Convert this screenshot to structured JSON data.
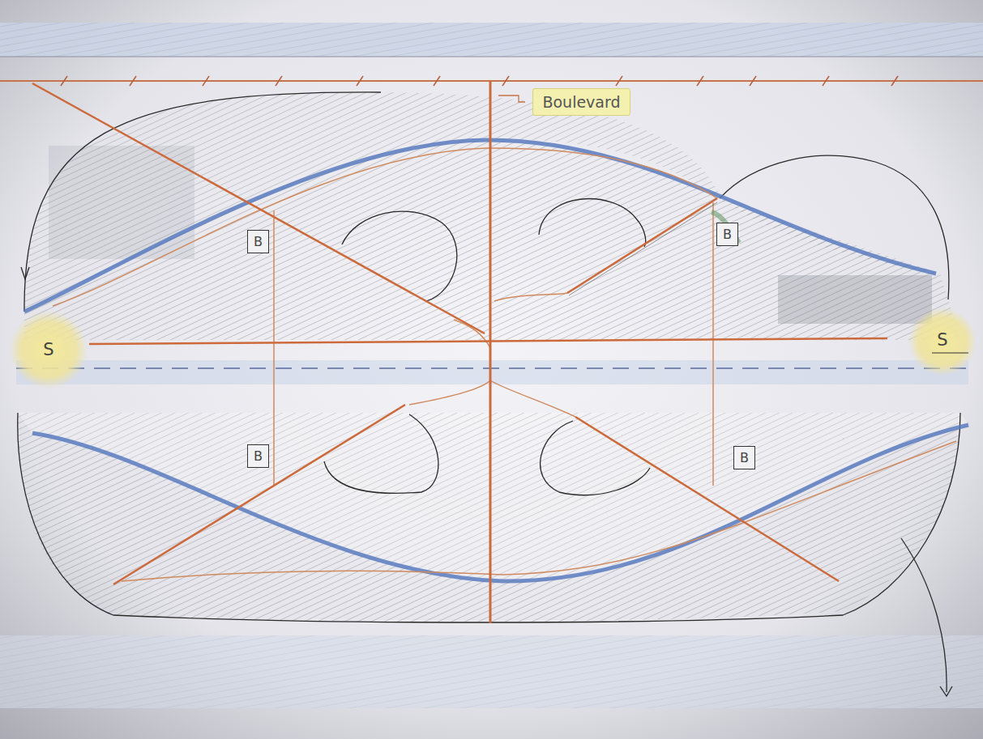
{
  "diagram": {
    "nodes": [
      {
        "text": [
          "Boulevard"
        ]
      },
      {
        "text": [
          "B"
        ]
      },
      {
        "text": [
          "B"
        ]
      },
      {
        "text": [
          "S"
        ]
      },
      {
        "text": [
          "S"
        ]
      },
      {
        "text": [
          "B"
        ]
      },
      {
        "text": [
          "B"
        ]
      }
    ]
  }
}
